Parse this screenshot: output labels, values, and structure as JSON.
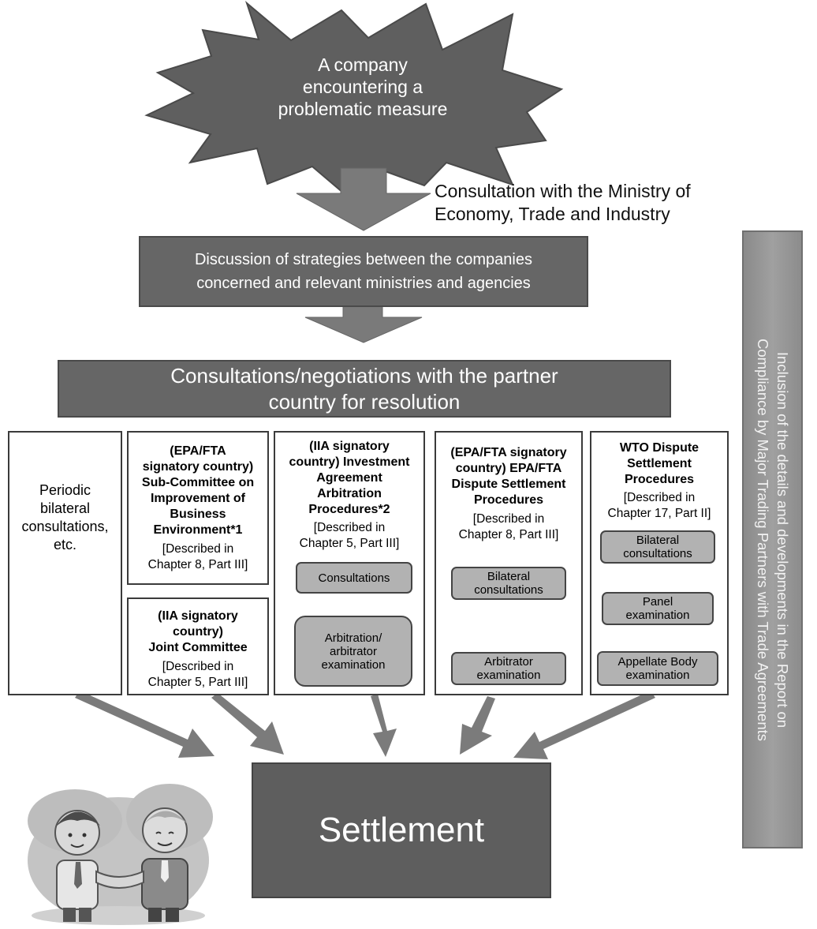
{
  "start": {
    "line1": "A company",
    "line2": "encountering a",
    "line3": "problematic measure"
  },
  "meti": {
    "line1": "Consultation with the Ministry of",
    "line2": "Economy, Trade and Industry"
  },
  "discussion": {
    "line1": "Discussion of strategies between the companies",
    "line2": "concerned and relevant ministries and agencies"
  },
  "negotiation": {
    "line1": "Consultations/negotiations with the partner",
    "line2": "country for resolution"
  },
  "col1": {
    "line1": "Periodic",
    "line2": "bilateral",
    "line3": "consultations,",
    "line4": "etc."
  },
  "col2a": {
    "head1": "(EPA/FTA",
    "head2": "signatory country)",
    "head3": "Sub-Committee on",
    "head4": "Improvement of",
    "head5": "Business",
    "head6": "Environment*1",
    "ref1": "[Described in",
    "ref2": "Chapter 8, Part III]"
  },
  "col2b": {
    "head1": "(IIA signatory",
    "head2": "country)",
    "head3": "Joint Committee",
    "ref1": "[Described in",
    "ref2": "Chapter 5, Part III]"
  },
  "col3": {
    "head1": "(IIA signatory",
    "head2": "country) Investment",
    "head3": "Agreement",
    "head4": "Arbitration",
    "head5": "Procedures*2",
    "ref1": "[Described in",
    "ref2": "Chapter 5, Part III]",
    "step1": "Consultations",
    "step2_1": "Arbitration/",
    "step2_2": "arbitrator",
    "step2_3": "examination"
  },
  "col4": {
    "head1": "(EPA/FTA signatory",
    "head2": "country) EPA/FTA",
    "head3": "Dispute Settlement",
    "head4": "Procedures",
    "ref1": "[Described in",
    "ref2": "Chapter 8, Part III]",
    "step1_1": "Bilateral",
    "step1_2": "consultations",
    "step2_1": "Arbitrator",
    "step2_2": "examination"
  },
  "col5": {
    "head1": "WTO Dispute",
    "head2": "Settlement",
    "head3": "Procedures",
    "ref1": "[Described in",
    "ref2": "Chapter 17, Part II]",
    "step1_1": "Bilateral",
    "step1_2": "consultations",
    "step2_1": "Panel",
    "step2_2": "examination",
    "step3_1": "Appellate Body",
    "step3_2": "examination"
  },
  "settlement": "Settlement",
  "sidebar": {
    "line1": "Inclusion of the details and developments in the Report on",
    "line2": "Compliance by Major Trading Partners with Trade Agreements"
  },
  "colors": {
    "dark_box": "#666666",
    "step_box": "#b2b2b2",
    "arrow": "#777777",
    "sidebar": "#999999"
  }
}
